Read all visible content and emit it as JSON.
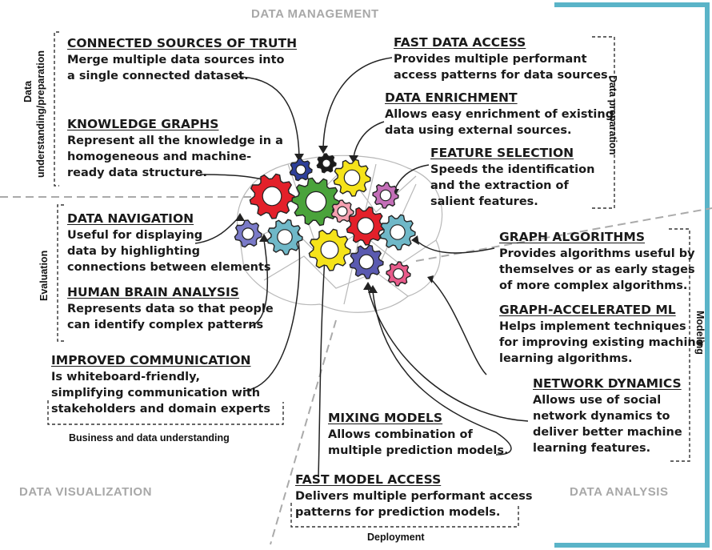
{
  "sections": {
    "data_management": "DATA MANAGEMENT",
    "data_visualization": "DATA VISUALIZATION",
    "data_analysis": "DATA ANALYSIS"
  },
  "phases": {
    "data_understanding_line1": "Data",
    "data_understanding_line2": "understanding/preparation",
    "data_preparation": "Data preparation",
    "evaluation": "Evaluation",
    "modeling": "Modeling",
    "business_understanding": "Business and data understanding",
    "deployment": "Deployment"
  },
  "features": [
    {
      "title": "CONNECTED SOURCES OF TRUTH",
      "body": "Merge multiple data sources into\na single connected dataset."
    },
    {
      "title": "KNOWLEDGE GRAPHS",
      "body": "Represent all the knowledge in a\nhomogeneous and machine-\nready data structure."
    },
    {
      "title": "FAST DATA ACCESS",
      "body": "Provides multiple performant\naccess patterns for data sources."
    },
    {
      "title": "DATA ENRICHMENT",
      "body": "Allows easy enrichment of existing\ndata using external sources."
    },
    {
      "title": "FEATURE SELECTION",
      "body": "Speeds the identification\nand the extraction of\nsalient features."
    },
    {
      "title": "DATA NAVIGATION",
      "body": "Useful for displaying\ndata by highlighting\nconnections between elements"
    },
    {
      "title": "HUMAN BRAIN ANALYSIS",
      "body": "Represents data so that people\ncan identify complex patterns"
    },
    {
      "title": "IMPROVED COMMUNICATION",
      "body": "Is whiteboard-friendly,\nsimplifying communication with\nstakeholders and domain experts"
    },
    {
      "title": "GRAPH ALGORITHMS",
      "body": "Provides algorithms useful by\nthemselves or as early stages\nof more complex algorithms."
    },
    {
      "title": "GRAPH-ACCELERATED ML",
      "body": "Helps implement techniques\nfor improving existing machine\nlearning algorithms."
    },
    {
      "title": "NETWORK DYNAMICS",
      "body": "Allows use of social\nnetwork dynamics to\ndeliver better machine\nlearning features."
    },
    {
      "title": "MIXING MODELS",
      "body": "Allows combination of\nmultiple prediction models."
    },
    {
      "title": "FAST MODEL ACCESS",
      "body": "Delivers multiple performant access\npatterns for prediction models."
    }
  ],
  "colors": {
    "frame": "#5ab4c8",
    "gears": [
      "#e3202a",
      "#4aa33b",
      "#f5e31a",
      "#2e3f99",
      "#c46fb8",
      "#7a7ac8",
      "#6fb8c8",
      "#e85a8a",
      "#f5a0b0",
      "#1a1a1a",
      "#5a5ab0",
      "#8fc89a"
    ]
  }
}
